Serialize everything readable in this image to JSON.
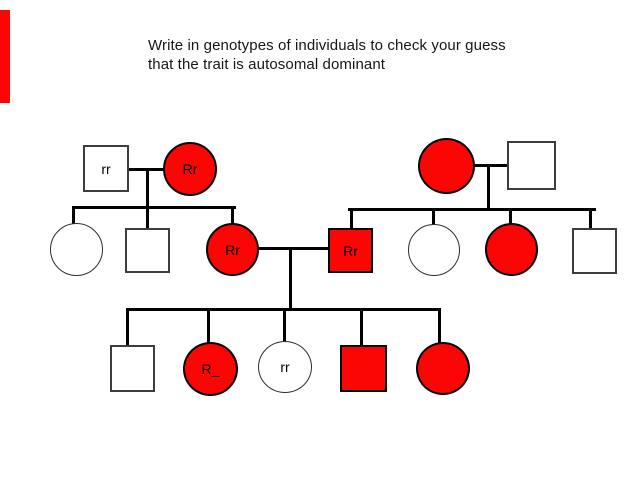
{
  "slide": {
    "background": "#ffffff",
    "accent_bar_color": "#fb0505"
  },
  "title": {
    "line1": "Write in genotypes of individuals to check your guess",
    "line2": "that the trait is autosomal dominant"
  },
  "pedigree": {
    "affected_fill": "#fb0505",
    "unaffected_fill": "#ffffff",
    "line_color": "#000000",
    "individuals": [
      {
        "id": "I-1",
        "sex": "male",
        "affected": false,
        "genotype": "rr"
      },
      {
        "id": "I-2",
        "sex": "female",
        "affected": true,
        "genotype": "Rr"
      },
      {
        "id": "I-3",
        "sex": "female",
        "affected": true,
        "genotype": ""
      },
      {
        "id": "I-4",
        "sex": "male",
        "affected": false,
        "genotype": ""
      },
      {
        "id": "II-1",
        "sex": "female",
        "affected": false,
        "genotype": ""
      },
      {
        "id": "II-2",
        "sex": "male",
        "affected": false,
        "genotype": ""
      },
      {
        "id": "II-3",
        "sex": "female",
        "affected": true,
        "genotype": "Rr"
      },
      {
        "id": "II-4",
        "sex": "male",
        "affected": true,
        "genotype": "Rr"
      },
      {
        "id": "II-5",
        "sex": "female",
        "affected": false,
        "genotype": ""
      },
      {
        "id": "II-6",
        "sex": "female",
        "affected": true,
        "genotype": ""
      },
      {
        "id": "II-7",
        "sex": "male",
        "affected": false,
        "genotype": ""
      },
      {
        "id": "III-1",
        "sex": "male",
        "affected": false,
        "genotype": ""
      },
      {
        "id": "III-2",
        "sex": "female",
        "affected": true,
        "genotype": "R_"
      },
      {
        "id": "III-3",
        "sex": "female",
        "affected": false,
        "genotype": "rr"
      },
      {
        "id": "III-4",
        "sex": "male",
        "affected": true,
        "genotype": ""
      },
      {
        "id": "III-5",
        "sex": "female",
        "affected": true,
        "genotype": ""
      }
    ]
  }
}
